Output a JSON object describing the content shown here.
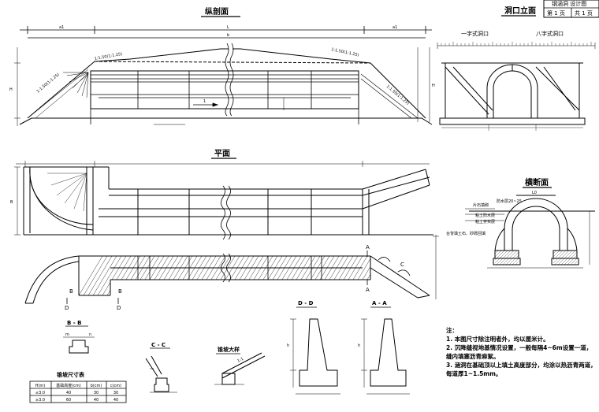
{
  "titles": {
    "longitudinal": "纵剖面",
    "plan": "平面",
    "portal_elevation": "洞口立面",
    "cross_section": "横断面",
    "bb": "B - B",
    "cc": "C - C",
    "dd": "D - D",
    "aa": "A - A",
    "step_detail": "锥坡大样"
  },
  "portal_types": {
    "straight": "一字式洞口",
    "wing": "八字式洞口"
  },
  "title_block": {
    "top": "钢涵洞 设计图",
    "page": "第 1 页",
    "total": "共 1 页"
  },
  "slope_labels": {
    "slope_left": "1:1.50(1:1.25)",
    "slope_right": "1:1.50(1:1.25)",
    "slope_top_left": "1:1.50(1:1.25)",
    "slope_top_right": "1:1.50(1:1.25)",
    "step_slope": "1:1"
  },
  "cross_section_labels": {
    "fill": "片石填砌",
    "waterproof": "防水层20~25",
    "clay": "粘土防水层",
    "pipe_base": "粘土夯实层",
    "ground": "台背填土石、砂砾回填"
  },
  "dimensions": {
    "top_total": "L",
    "top_left": "a1",
    "top_right": "a1",
    "top_mid": "b",
    "opening": "1",
    "left_h": "H",
    "right_h": "H",
    "plan_w": "B",
    "cs_span": "L0",
    "bb_a": "m",
    "bb_b": "n",
    "dd_h": "h",
    "aa_h": "h"
  },
  "table": {
    "title": "锥坡尺寸表",
    "headers": [
      "H(m)",
      "基础高度(cm)",
      "b(cm)",
      "c(cm)"
    ],
    "rows": [
      [
        "≤3.0",
        "40",
        "30",
        "30"
      ],
      [
        "≥3.0",
        "60",
        "40",
        "40"
      ]
    ]
  },
  "notes": {
    "title": "注：",
    "items": [
      "1. 本图尺寸除注明者外，均以厘米计。",
      "2. 沉降缝视地基情况设置，一般每隔4~6m设置一道，",
      "   缝内填塞沥青麻絮。",
      "3. 涵洞在基础顶以上填土高度部分，均涂以热沥青两道，",
      "   每道厚1~1.5mm。"
    ]
  },
  "markers": {
    "A": "A",
    "B": "B",
    "C": "C",
    "D": "D"
  }
}
